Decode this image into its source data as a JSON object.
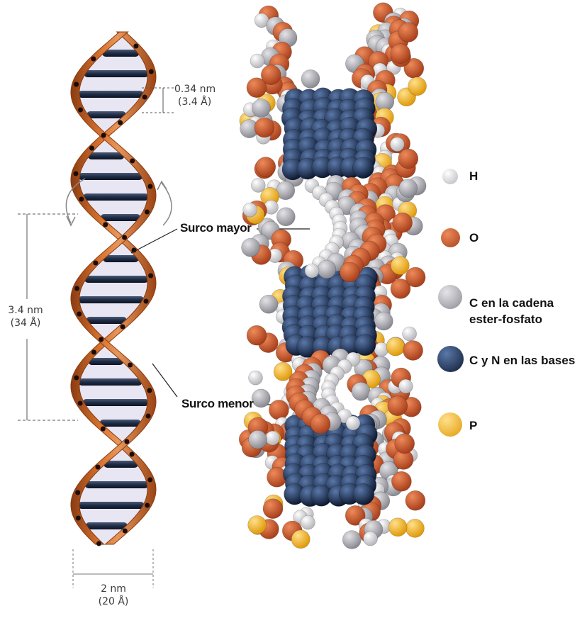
{
  "measurements": {
    "rise_nm": "0.34 nm",
    "rise_angstrom": "(3.4 Å)",
    "pitch_nm": "3.4 nm",
    "pitch_angstrom": "(34 Å)",
    "width_nm": "2 nm",
    "width_angstrom": "(20 Å)"
  },
  "grooves": {
    "major": "Surco mayor",
    "minor": "Surco menor"
  },
  "legend": [
    {
      "label": "H",
      "color": "#d8d8dc"
    },
    {
      "label": "O",
      "color": "#c9542a"
    },
    {
      "label": "C en la cadena ester-fosfato",
      "line1": "C en la cadena",
      "line2": "ester-fosfato",
      "color": "#a9a9b0"
    },
    {
      "label": "C y N en las bases",
      "color": "#1c2f52"
    },
    {
      "label": "P",
      "color": "#f2b21a"
    }
  ],
  "colors": {
    "backbone": "#c8621f",
    "backbone_dark": "#8a3c12",
    "base_pair": "#1f2c44",
    "interior": "#e8e6f2"
  }
}
